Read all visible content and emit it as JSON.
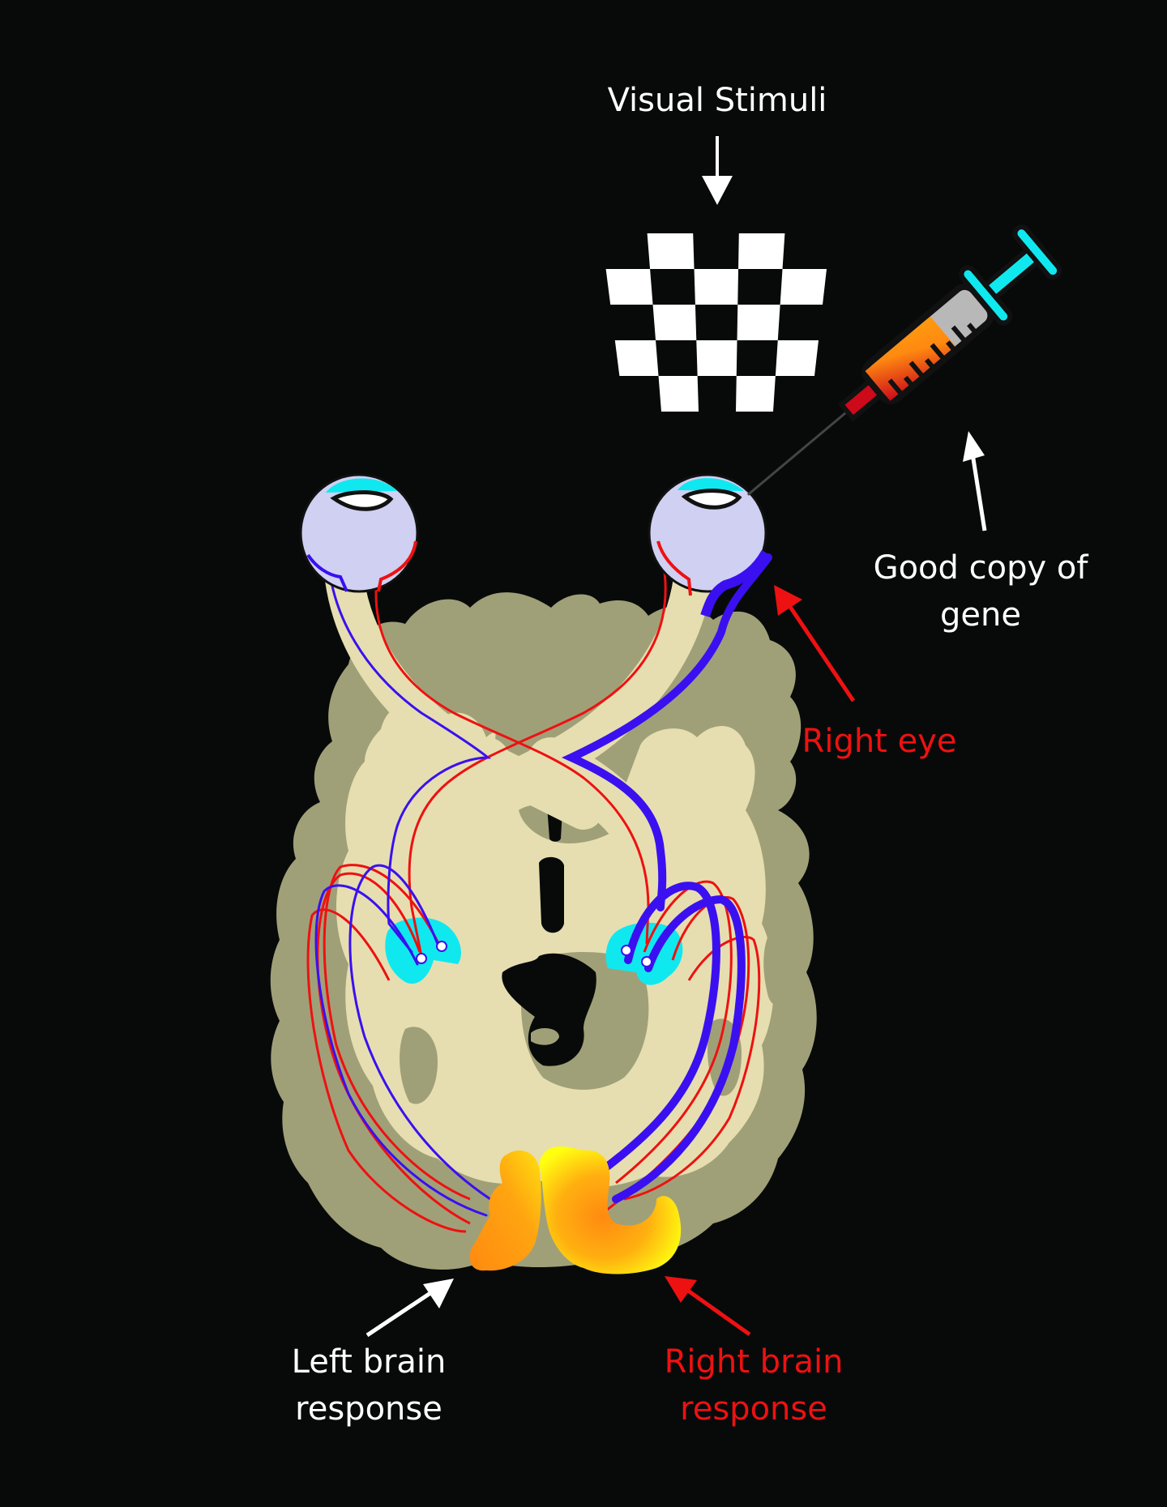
{
  "labels": {
    "visual_stimuli": "Visual Stimuli",
    "good_copy_line1": "Good copy of",
    "good_copy_line2": "gene",
    "right_eye": "Right eye",
    "left_brain_line1": "Left brain",
    "left_brain_line2": "response",
    "right_brain_line1": "Right brain",
    "right_brain_line2": "response"
  },
  "colors": {
    "background": "#080a0a",
    "brain_dark": "#a0a078",
    "brain_light": "#e6deb0",
    "pathway_left_eye": "#3a10f0",
    "pathway_red": "#ee1111",
    "lgn_cyan": "#10e8f0",
    "eye_fill": "#cfd0f2",
    "activation_orange": "#ff9a10",
    "activation_yellow": "#ffff10",
    "label_white": "#ffffff",
    "label_red": "#ee1111"
  },
  "checkerboard": {
    "rows": 5,
    "cols": 5,
    "pattern": [
      [
        0,
        1,
        0,
        1,
        0
      ],
      [
        1,
        0,
        1,
        0,
        1
      ],
      [
        0,
        1,
        0,
        1,
        0
      ],
      [
        1,
        0,
        1,
        0,
        1
      ],
      [
        0,
        1,
        0,
        1,
        0
      ]
    ]
  },
  "elements": {
    "eyes": [
      "left-eye",
      "right-eye"
    ],
    "syringe": "syringe-with-gene-therapy",
    "lgn": [
      "left-lgn",
      "right-lgn"
    ],
    "visual_cortex": [
      "left-visual-cortex-response",
      "right-visual-cortex-response"
    ]
  }
}
